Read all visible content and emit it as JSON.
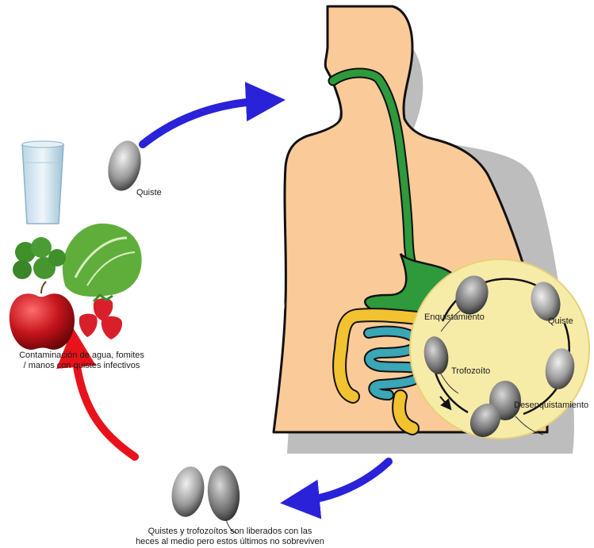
{
  "labels": {
    "cyst": "Quiste",
    "contamination_line1": "Contaminación de agua, fomites",
    "contamination_line2": "/ manos con quistes infectivos",
    "encystation": "Enquistamiento",
    "cyst_inner": "Quiste",
    "trophozoite": "Trofozoíto",
    "excystation": "Desenquistamiento",
    "release_line1": "Quistes y trofozoítos son liberados con las",
    "release_line2": "heces al  medio pero estos últimos no sobreviven"
  },
  "colors": {
    "body_skin": "#FACB98",
    "body_shadow": "#BDBDBD",
    "digestive_tract": "#2E9A3C",
    "small_intestine": "#3AA6B6",
    "large_intestine": "#F2C230",
    "inset_circle": "#F7EBA8",
    "arrow_blue": "#2A22D8",
    "arrow_red": "#E8121B"
  }
}
